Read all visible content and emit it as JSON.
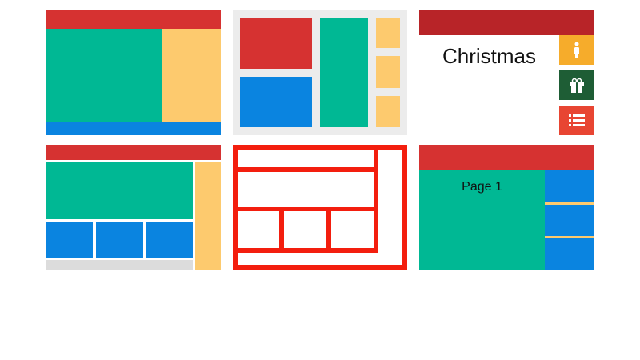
{
  "tiles": [
    {
      "name": "layout-1"
    },
    {
      "name": "layout-2"
    },
    {
      "name": "christmas",
      "title": "Christmas",
      "header_color": "#b82428",
      "icons": [
        {
          "name": "person-icon",
          "color": "#f6ac2b"
        },
        {
          "name": "gift-icon",
          "color": "#1e5d35"
        },
        {
          "name": "list-icon",
          "color": "#e84532"
        }
      ]
    },
    {
      "name": "layout-4"
    },
    {
      "name": "wireframe-layout",
      "color": "#f31e0e"
    },
    {
      "name": "page-layout",
      "title": "Page 1"
    }
  ]
}
